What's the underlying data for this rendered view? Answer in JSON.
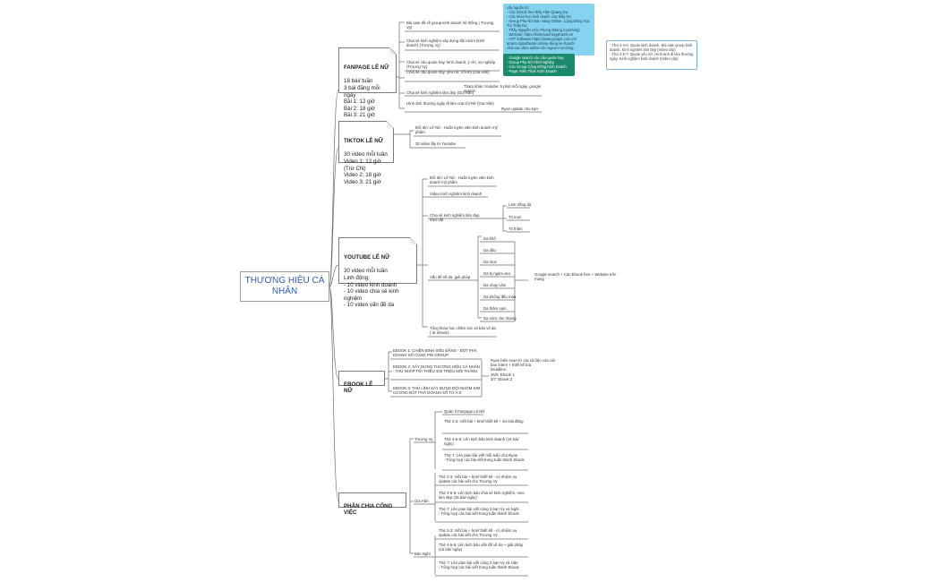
{
  "root": "THƯƠNG HIỆU CÁ NHÂN",
  "fanpage": {
    "title": "FANPAGE LÊ NỮ",
    "body": "18 bài/ tuần\n3 bài đăng mỗi ngày\nBài 1: 12 giờ\nBài 2: 18 giờ\nBài 3: 21 giờ",
    "items": [
      "Bài sale đồ về group kinh doanh hệ thống ( Trương Vy)",
      "Chia sẻ kinh nghiệm xây dựng đội nhóm (kinh doanh) (Trương Vy)",
      "Chia sẻ câu quote hay: kinh doanh, ý chí, sự nghiệp (Trương Vy)",
      "Chia sẻ câu quote hay: yêu nữ, nổi trộ (Gia Hân)",
      "Chia sẻ kinh nghiệm làm đẹp (Gia Hân)",
      "Hình ảnh thường ngày đi làm của chị Nữ (Gia Hân)"
    ],
    "note_youtube": "Tham khảo Youtube: 5 phút mỗi ngày, google search",
    "note_ryan": "Ryan update cho bạn",
    "sources": "Lấy nguồn từ:\n- Các Ebook free thầy Hân Quang Dự\n- Các khóa học kinh doanh của thầy Dự\n- Group Phụ Nữ Bán Hàng Online, Cộng Đồng Học Trò Thầy Dự\n- Thầy Nguyễn Ước Phong (Mong Coaching)\n- Website: https://kinhdoanhmyphamh.vn\n- ATP Software https://www.google.com.vn/\namp/s.atpsoftware.vn/xay-dung-xe-hoach-\nchia-xac-dien-online-cho-nguoi-moi-dong.",
    "sources_green": "- Google search các câu quote hay\n- Group Phụ Nữ Khởi Nghiệp\n- Các Group Cộng Đồng Kinh Doanh\n- Page: Kiến Thức Kinh Doanh",
    "note_right": "- Thứ 2-4-6: Quote kinh doanh, Bài sale group kinh doanh, Kinh nghiệm làm đẹp (Video clip)\n- Thứ 3-5-7: Quote yêu nữ, Hình ảnh đi làm thường ngày, Kinh nghiệm kinh doanh (Video clip)"
  },
  "tiktok": {
    "title": "TIKTOK LÊ NỮ",
    "body": "30 video mỗi tuần\nVideo 1: 12 giờ (Trừ CN)\nVideo 2: 18 giờ\nVideo 3: 21 giờ",
    "items": [
      "Đổi tên: Lê Nữ - Huấn luyện viên kinh doanh mỹ phẩm",
      "30 video lấy từ Youtube"
    ]
  },
  "youtube": {
    "title": "YOUTUBE LÊ NỮ",
    "body": "30 video mỗi tuần\nLinh động:\n- 10 video kinh doanh\n- 10 video chia sẻ kinh nghiệm\n- 10 video vấn đề da",
    "items": [
      "Đổi tên: Lê Nữ - Huấn luyện viên kinh doanh mỹ phẩm",
      "Video Kinh nghiệm kinh doanh",
      "Chia sẻ kinh nghiệm làm đẹp, mẹo vặt",
      "Vấn đề về da, giải pháp",
      "Tổng khóa học chăm sóc và bảo vệ da ( từ ebook)"
    ],
    "beauty": [
      "Làm trắng da",
      "Trị mụn",
      "Trị thâm"
    ],
    "skin": [
      "Da khô",
      "Da dầu",
      "Da mụn",
      "Da bị ngâm deo",
      "Da nhạy cảm",
      "Da không đều màu",
      "Da thâm sạm",
      "Da nám, tàn nhang"
    ],
    "skin_note": "Google search + Các Ebook free + Website trên mạng"
  },
  "ebook": {
    "title": "EBOOK LÊ NỮ",
    "items": [
      "EBOOK 1: CHIẾN BINH SIÊU ĐẲNG - ĐỘT PHÁ DOANH SỐ CÙNG PIN GROUP",
      "EBOOK 2: XÂY DỰNG THƯƠNG HIỆU CÁ NHÂN - THU NHẬP TỐI THIỂU 100 TRIỆU MỖI THÁNG",
      "EBOOK 3: THỦ LĨNH XÂY DỰNG ĐỘI NHÓM KIM CƯƠNG ĐỘT PHÁ DOANH SỐ TỪ A-Z"
    ],
    "note": "Ryan biên soạn từ các tài liệu của các ban intern + thiết kế bìa\nDeadline:\n26/6: Ebook 1\n3/7: Ebook 2"
  },
  "tasks": {
    "title": "PHÂN CHIA CÔNG VIỆC",
    "people": [
      "Trương Vy",
      "Gia Hân",
      "Bảo Nghi"
    ],
    "vy": [
      "Quản lí Fanpage Lê Nữ",
      "Thứ 2-3: Viết bài + brief thiết kế + set bài đăng",
      "Thứ 4-5-6: Lên kịch bản kinh doanh (15 bài/ ngày)",
      "Thứ 7: Lên plan bài viết mỗi tuần cho Ryan\n- Tổng hợp các bài viết trong tuần thành Ebook"
    ],
    "han": [
      "Thứ 2-3: Viết bài + brief thiết kế - có nhiệm vụ update các bài viết cho Trương Vy",
      "Thứ 4-5-6: Lên kịch bản chia sẻ kinh nghiệm, mẹo làm đẹp (15 bài/ ngày)",
      "Thứ 7: Lên plan bài viết cùng 2 bạn Vy và Nghi\n- Tổng hợp các bài viết trong tuần thành Ebook"
    ],
    "nghi": [
      "Thứ 2-3: Viết bài + brief thiết kế - có nhiệm vụ update các bài viết cho Trương Vy",
      "Thứ 4-5-6: Lên kịch bản vấn đề về da + giải pháp (15 bài/ ngày)",
      "Thứ 7: Lên plan bài viết cùng 2 bạn Vy và Hân\n- Tổng hợp các bài viết trong tuần thành Ebook"
    ]
  }
}
